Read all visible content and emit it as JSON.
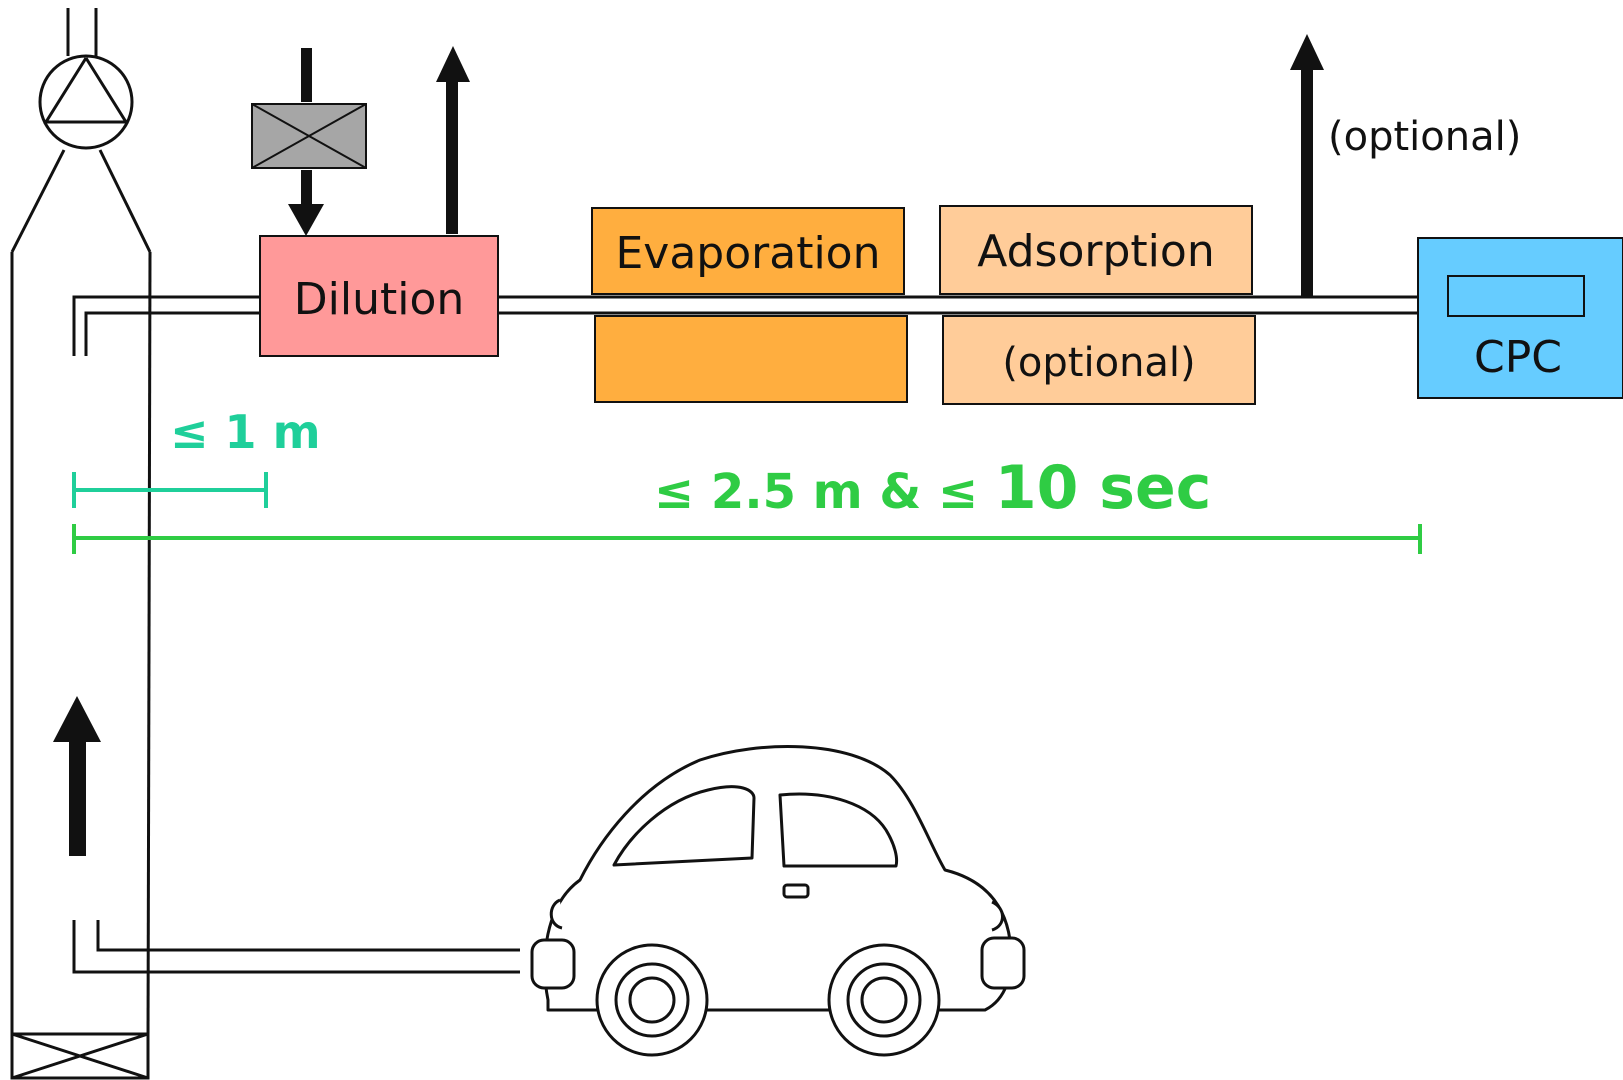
{
  "boxes": {
    "dilution": {
      "label": "Dilution",
      "color": "#ff9999"
    },
    "evaporation": {
      "label": "Evaporation",
      "color": "#ffae3f"
    },
    "adsorption": {
      "label": "Adsorption",
      "sublabel": "(optional)",
      "color": "#ffcc99"
    },
    "cpc": {
      "label": "CPC",
      "color": "#66ccff"
    }
  },
  "annotations": {
    "outlet_optional": "(optional)"
  },
  "dimensions": {
    "short": {
      "text": "≤ 1 m",
      "color": "#1fcf9a"
    },
    "long": {
      "text_a": "≤ 2.5 m  & ≤ ",
      "text_b": "10 sec",
      "color": "#2fcc44"
    }
  },
  "icons": [
    "pump-icon",
    "valve-icon",
    "car-icon",
    "flow-arrow-icon"
  ]
}
